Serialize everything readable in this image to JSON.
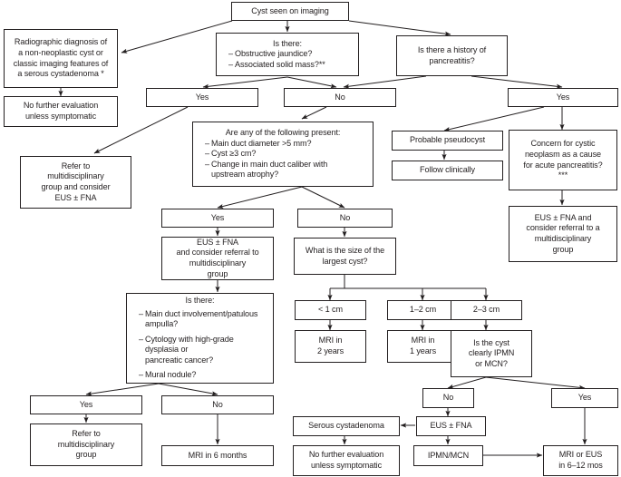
{
  "diagram": {
    "title": "Pancreatic cyst management algorithm",
    "colors": {
      "stroke": "#231f20",
      "fill": "#ffffff",
      "text": "#231f20"
    },
    "nodes": {
      "cyst_seen": {
        "label": "Cyst seen on imaging"
      },
      "radiographic_dx": {
        "lines": [
          "Radiographic diagnosis of",
          "a non-neoplastic cyst or",
          "classic imaging features of",
          "a serous cystadenoma *"
        ]
      },
      "no_further_eval_left": {
        "lines": [
          "No further evaluation",
          "unless symptomatic"
        ]
      },
      "is_there_jaundice": {
        "title": "Is there:",
        "bullets": [
          "Obstructive jaundice?",
          "Associated solid mass?**"
        ]
      },
      "history_pancreatitis": {
        "lines": [
          "Is there a history of",
          "pancreatitis?"
        ]
      },
      "yes_1": {
        "label": "Yes"
      },
      "no_1": {
        "label": "No"
      },
      "yes_2": {
        "label": "Yes"
      },
      "refer_mdt_eus": {
        "lines": [
          "Refer to",
          "multidisciplinary",
          "group and consider",
          "EUS ± FNA"
        ]
      },
      "are_any_following": {
        "title": "Are any of the following present:",
        "bullets": [
          "Main duct diameter >5 mm?",
          "Cyst ≥3 cm?",
          "Change in main duct caliber with"
        ],
        "bullet_cont": "upstream atrophy?"
      },
      "probable_pseudocyst": {
        "label": "Probable pseudocyst"
      },
      "follow_clinically": {
        "label": "Follow clinically"
      },
      "concern_cystic_neoplasm": {
        "lines": [
          "Concern for cystic",
          "neoplasm as a cause",
          "for acute pancreatitis?"
        ],
        "footnote": "***"
      },
      "eus_fna_refer_mdt": {
        "lines": [
          "EUS ± FNA and",
          "consider referral to a",
          "multidisciplinary",
          "group"
        ]
      },
      "yes_3": {
        "label": "Yes"
      },
      "no_2": {
        "label": "No"
      },
      "eus_fna_consider_referral": {
        "lines": [
          "EUS ± FNA",
          "and consider referral to",
          "multidisciplinary",
          "group"
        ]
      },
      "size_largest_cyst": {
        "lines": [
          "What is the size of the",
          "largest cyst?"
        ]
      },
      "is_there_main_duct": {
        "title": "Is there:",
        "bullets": [
          "Main duct involvement/patulous",
          "Cytology with high-grade dysplasia or",
          "Mural nodule?"
        ],
        "bullet_conts": [
          "ampulla?",
          "pancreatic cancer?",
          ""
        ]
      },
      "size_lt1": {
        "label": "< 1 cm"
      },
      "size_1_2": {
        "label": "1–2 cm"
      },
      "size_2_3": {
        "label": "2–3 cm"
      },
      "mri_2_years": {
        "lines": [
          "MRI in",
          "2 years"
        ]
      },
      "mri_1_years": {
        "lines": [
          "MRI in",
          "1 years"
        ]
      },
      "is_cyst_ipmn": {
        "lines": [
          "Is the cyst",
          "clearly IPMN",
          "or MCN?"
        ]
      },
      "yes_4": {
        "label": "Yes"
      },
      "no_3": {
        "label": "No"
      },
      "refer_mdt_group": {
        "lines": [
          "Refer to",
          "multidisciplinary",
          "group"
        ]
      },
      "mri_6_months": {
        "label": "MRI in 6 months"
      },
      "no_4": {
        "label": "No"
      },
      "yes_5": {
        "label": "Yes"
      },
      "serous_cystadenoma": {
        "label": "Serous cystadenoma"
      },
      "eus_fna_bottom": {
        "label": "EUS ± FNA"
      },
      "no_further_eval_bottom": {
        "lines": [
          "No further evaluation",
          "unless symptomatic"
        ]
      },
      "ipmn_mcn": {
        "label": "IPMN/MCN"
      },
      "mri_or_eus": {
        "lines": [
          "MRI or EUS",
          "in 6–12 mos"
        ]
      }
    }
  }
}
